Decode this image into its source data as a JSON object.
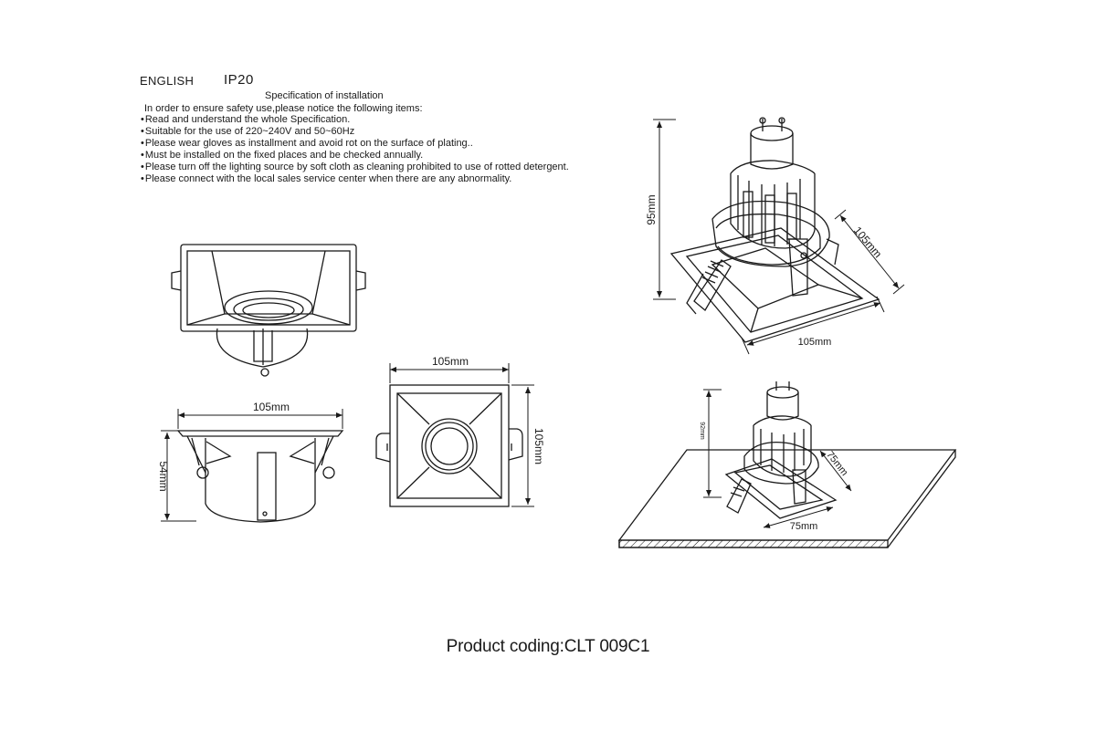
{
  "header": {
    "language": "ENGLISH",
    "ip_rating": "IP20",
    "spec_title": "Specification of installation",
    "intro": "In order to ensure safety use,please notice the following items:"
  },
  "notes": [
    "Read and understand the whole Specification.",
    "Suitable for the use of 220~240V and 50~60Hz",
    "Please wear gloves as installment and avoid rot on the surface of plating..",
    "Must be installed on the fixed places and be checked annually.",
    "Please turn off the lighting source by soft cloth as cleaning prohibited to use of rotted detergent.",
    "Please connect with the local sales service center when there are any abnormality."
  ],
  "dimensions": {
    "side_width": "105mm",
    "side_height": "54mm",
    "front_width": "105mm",
    "front_height": "105mm",
    "iso_height": "95mm",
    "iso_depth": "105mm",
    "iso_width": "105mm",
    "cutout_height": "92mm",
    "cutout_depth": "75mm",
    "cutout_width": "75mm"
  },
  "footer": {
    "product_coding": "Product coding:CLT 009C1"
  },
  "colors": {
    "line": "#1a1a1a",
    "background": "#ffffff"
  }
}
